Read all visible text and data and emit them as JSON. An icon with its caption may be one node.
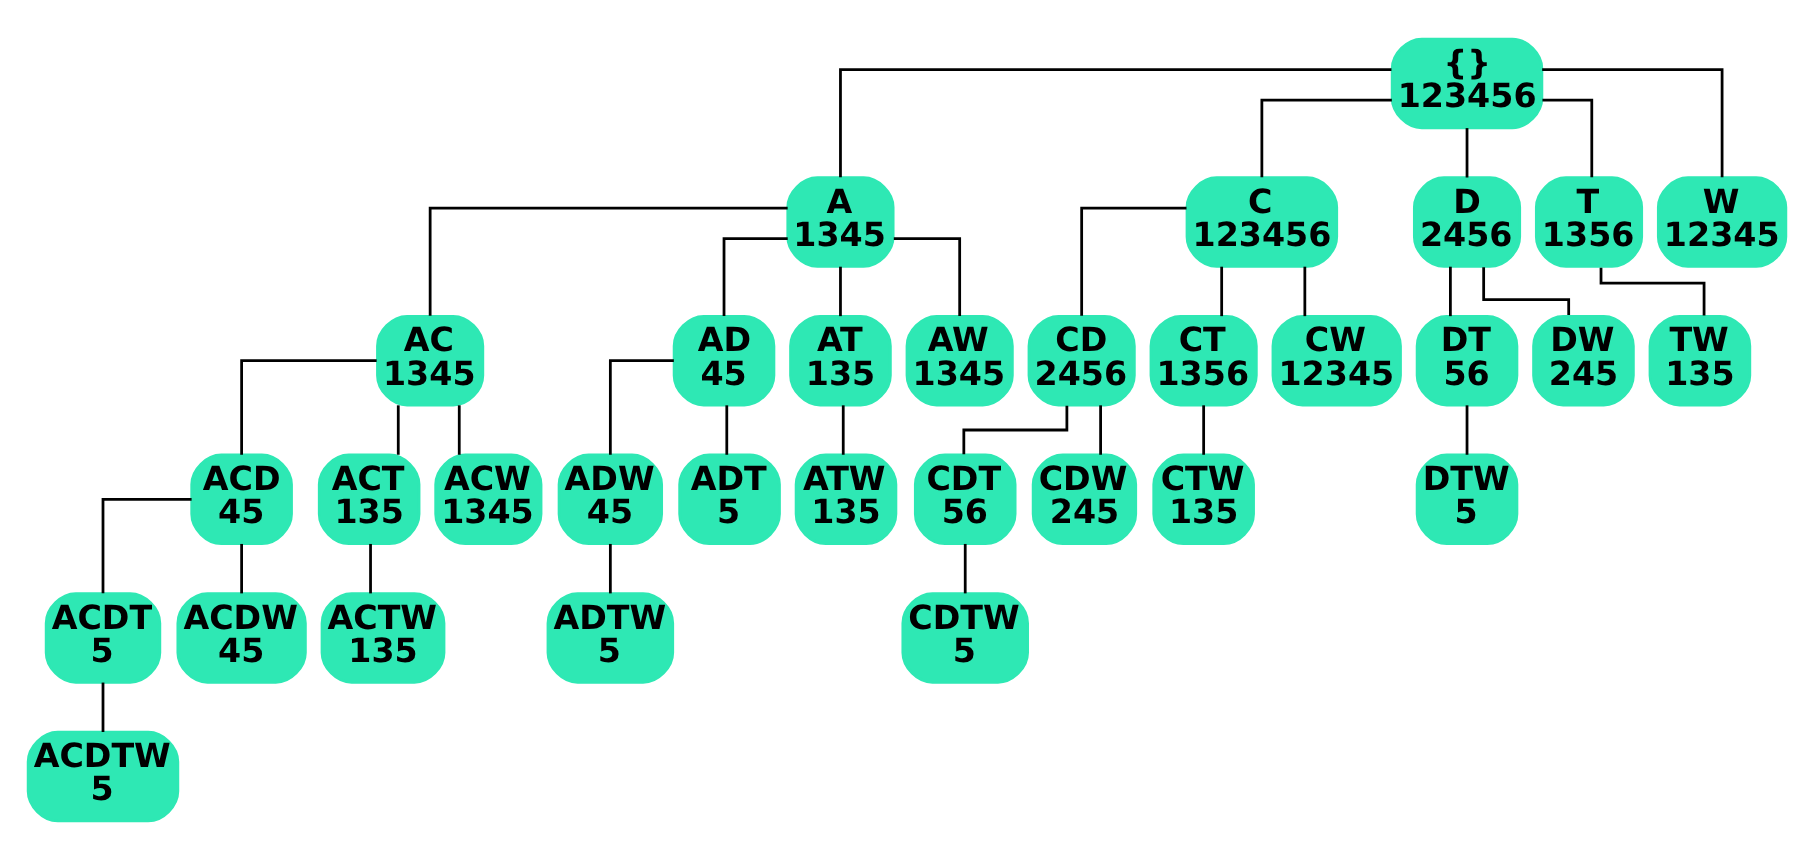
{
  "diagram": {
    "nodes": [
      {
        "text": [
          "{}",
          "123456"
        ]
      },
      {
        "text": [
          "A",
          "1345"
        ]
      },
      {
        "text": [
          "C",
          "123456"
        ]
      },
      {
        "text": [
          "D",
          "2456"
        ]
      },
      {
        "text": [
          "T",
          "1356"
        ]
      },
      {
        "text": [
          "W",
          "12345"
        ]
      },
      {
        "text": [
          "AC",
          "1345"
        ]
      },
      {
        "text": [
          "AD",
          "45"
        ]
      },
      {
        "text": [
          "AT",
          "135"
        ]
      },
      {
        "text": [
          "AW",
          "1345"
        ]
      },
      {
        "text": [
          "CD",
          "2456"
        ]
      },
      {
        "text": [
          "CT",
          "1356"
        ]
      },
      {
        "text": [
          "CW",
          "12345"
        ]
      },
      {
        "text": [
          "DT",
          "56"
        ]
      },
      {
        "text": [
          "DW",
          "245"
        ]
      },
      {
        "text": [
          "TW",
          "135"
        ]
      },
      {
        "text": [
          "ACD",
          "45"
        ]
      },
      {
        "text": [
          "ACT",
          "135"
        ]
      },
      {
        "text": [
          "ACW",
          "1345"
        ]
      },
      {
        "text": [
          "ADW",
          "45"
        ]
      },
      {
        "text": [
          "ADT",
          "5"
        ]
      },
      {
        "text": [
          "ATW",
          "135"
        ]
      },
      {
        "text": [
          "CDT",
          "56"
        ]
      },
      {
        "text": [
          "CDW",
          "245"
        ]
      },
      {
        "text": [
          "CTW",
          "135"
        ]
      },
      {
        "text": [
          "DTW",
          "5"
        ]
      },
      {
        "text": [
          "ACDT",
          "5"
        ]
      },
      {
        "text": [
          "ACDW",
          "45"
        ]
      },
      {
        "text": [
          "ACTW",
          "135"
        ]
      },
      {
        "text": [
          "ADTW",
          "5"
        ]
      },
      {
        "text": [
          "CDTW",
          "5"
        ]
      },
      {
        "text": [
          "ACDTW",
          "5"
        ]
      }
    ],
    "edges": [
      {
        "from": 0,
        "to": 1,
        "arrow": "none"
      },
      {
        "from": 0,
        "to": 2,
        "arrow": "none"
      },
      {
        "from": 0,
        "to": 3,
        "arrow": "none"
      },
      {
        "from": 0,
        "to": 4,
        "arrow": "none"
      },
      {
        "from": 0,
        "to": 5,
        "arrow": "none"
      },
      {
        "from": 1,
        "to": 6,
        "arrow": "none"
      },
      {
        "from": 1,
        "to": 7,
        "arrow": "none"
      },
      {
        "from": 1,
        "to": 8,
        "arrow": "none"
      },
      {
        "from": 1,
        "to": 9,
        "arrow": "none"
      },
      {
        "from": 2,
        "to": 10,
        "arrow": "none"
      },
      {
        "from": 2,
        "to": 11,
        "arrow": "none"
      },
      {
        "from": 2,
        "to": 12,
        "arrow": "none"
      },
      {
        "from": 3,
        "to": 13,
        "arrow": "none"
      },
      {
        "from": 3,
        "to": 14,
        "arrow": "none"
      },
      {
        "from": 4,
        "to": 15,
        "arrow": "none"
      },
      {
        "from": 6,
        "to": 16,
        "arrow": "none"
      },
      {
        "from": 6,
        "to": 17,
        "arrow": "none"
      },
      {
        "from": 6,
        "to": 18,
        "arrow": "none"
      },
      {
        "from": 7,
        "to": 19,
        "arrow": "none"
      },
      {
        "from": 7,
        "to": 20,
        "arrow": "none"
      },
      {
        "from": 8,
        "to": 21,
        "arrow": "none"
      },
      {
        "from": 10,
        "to": 22,
        "arrow": "none"
      },
      {
        "from": 10,
        "to": 23,
        "arrow": "none"
      },
      {
        "from": 11,
        "to": 24,
        "arrow": "none"
      },
      {
        "from": 13,
        "to": 25,
        "arrow": "none"
      },
      {
        "from": 16,
        "to": 26,
        "arrow": "none"
      },
      {
        "from": 16,
        "to": 27,
        "arrow": "none"
      },
      {
        "from": 17,
        "to": 28,
        "arrow": "none"
      },
      {
        "from": 19,
        "to": 29,
        "arrow": "none"
      },
      {
        "from": 22,
        "to": 30,
        "arrow": "none"
      },
      {
        "from": 26,
        "to": 31,
        "arrow": "none"
      }
    ]
  }
}
